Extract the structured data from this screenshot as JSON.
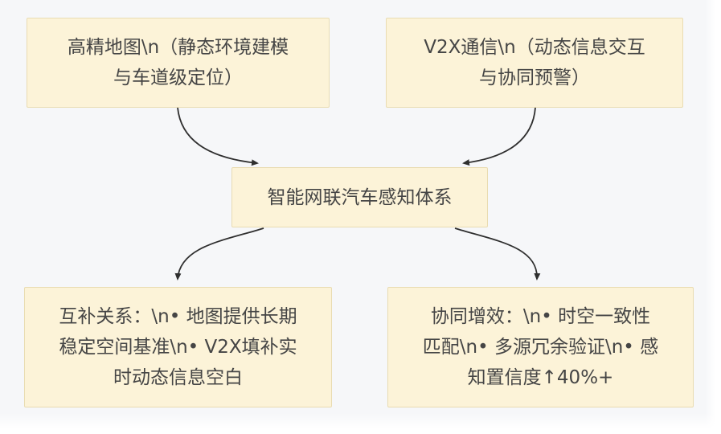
{
  "diagram": {
    "type": "flowchart",
    "theme": {
      "background_color": "#f6f7f9",
      "node_fill_color": "#fcf3d8",
      "node_border_color": "#e9dcb2",
      "text_color": "#454545",
      "arrow_color": "#2f2f2f"
    },
    "nodes": [
      {
        "id": "hd-map",
        "label": "高精地图\\n（静态环境建模与车道级定位）"
      },
      {
        "id": "v2x",
        "label": "V2X通信\\n（动态信息交互与协同预警）"
      },
      {
        "id": "core",
        "label": "智能网联汽车感知体系"
      },
      {
        "id": "comp",
        "label": "互补关系：\\n• 地图提供长期稳定空间基准\\n• V2X填补实时动态信息空白"
      },
      {
        "id": "synergy",
        "label": "协同增效：\\n• 时空一致性匹配\\n• 多源冗余验证\\n• 感知置信度↑40%+"
      }
    ],
    "edges": [
      {
        "from": "hd-map",
        "to": "core"
      },
      {
        "from": "v2x",
        "to": "core"
      },
      {
        "from": "core",
        "to": "comp"
      },
      {
        "from": "core",
        "to": "synergy"
      }
    ]
  }
}
